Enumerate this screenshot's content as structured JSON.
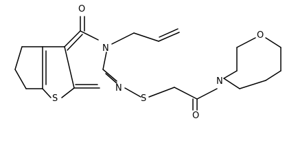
{
  "molecule": {
    "atoms": [
      {
        "id": "O1",
        "label": "O"
      },
      {
        "id": "N1",
        "label": "N"
      },
      {
        "id": "N2",
        "label": "N"
      },
      {
        "id": "S1",
        "label": "S"
      },
      {
        "id": "S2",
        "label": "S"
      },
      {
        "id": "O2",
        "label": "O"
      },
      {
        "id": "N3",
        "label": "N"
      },
      {
        "id": "O3",
        "label": "O"
      }
    ]
  }
}
